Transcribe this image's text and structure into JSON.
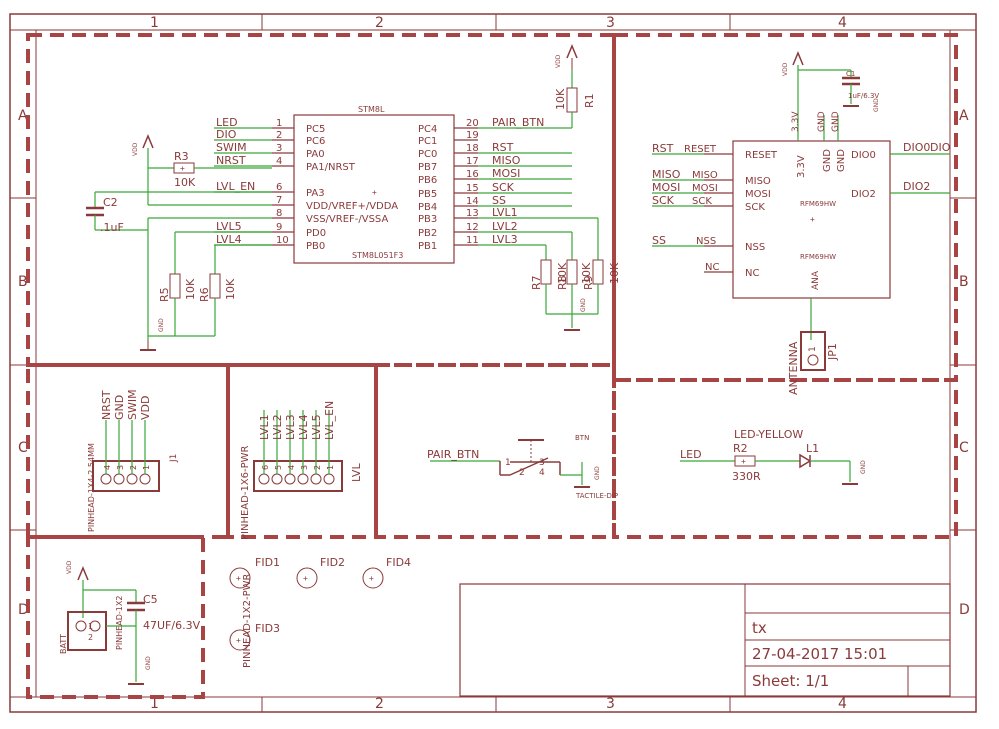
{
  "frame": {
    "columns": [
      "1",
      "2",
      "3",
      "4"
    ],
    "rows": [
      "A",
      "B",
      "C",
      "D"
    ]
  },
  "mcu": {
    "title": "STM8L",
    "part": "STM8L051F3",
    "left_pins": [
      {
        "num": "1",
        "name": "PC5",
        "net": "LED"
      },
      {
        "num": "2",
        "name": "PC6",
        "net": "DIO"
      },
      {
        "num": "3",
        "name": "PA0",
        "net": "SWIM"
      },
      {
        "num": "4",
        "name": "PA1/NRST",
        "net": "NRST"
      },
      {
        "num": "6",
        "name": "PA3",
        "net": "LVL_EN"
      },
      {
        "num": "7",
        "name": "VDD/VREF+/VDDA",
        "net": ""
      },
      {
        "num": "8",
        "name": "VSS/VREF-/VSSA",
        "net": ""
      },
      {
        "num": "9",
        "name": "PD0",
        "net": "LVL5"
      },
      {
        "num": "10",
        "name": "PB0",
        "net": "LVL4"
      }
    ],
    "right_pins": [
      {
        "num": "20",
        "name": "PC4",
        "net": "PAIR_BTN"
      },
      {
        "num": "19",
        "name": "PC1",
        "net": ""
      },
      {
        "num": "18",
        "name": "PC0",
        "net": "RST"
      },
      {
        "num": "17",
        "name": "PB7",
        "net": "MISO"
      },
      {
        "num": "16",
        "name": "PB6",
        "net": "MOSI"
      },
      {
        "num": "15",
        "name": "PB5",
        "net": "SCK"
      },
      {
        "num": "14",
        "name": "PB4",
        "net": "SS"
      },
      {
        "num": "13",
        "name": "PB3",
        "net": "LVL1"
      },
      {
        "num": "12",
        "name": "PB2",
        "net": "LVL2"
      },
      {
        "num": "11",
        "name": "PB1",
        "net": "LVL3"
      }
    ]
  },
  "parts": {
    "r1_name": "R1",
    "r1_val": "10K",
    "r3_name": "R3",
    "r3_val": "10K",
    "r5_name": "R5",
    "r5_val": "10K",
    "r6_name": "R6",
    "r6_val": "10K",
    "r7_name": "R7",
    "r7_val": "10K",
    "r8_name": "R8",
    "r8_val": "10K",
    "r9_name": "R9",
    "r9_val": "10K",
    "c2_name": "C2",
    "c2_val": ".1uF",
    "c1_name": "C1",
    "c1_val": "1uF/6.3V",
    "c5_name": "C5",
    "c5_val": "47UF/6.3V",
    "r2_name": "R2",
    "r2_val": "330R",
    "l1_name": "L1",
    "l1_val": "LED-YELLOW",
    "vdd": "VDD",
    "gnd": "GND"
  },
  "rfm": {
    "value": "RFM69HW",
    "pins_left": [
      {
        "name": "RESET",
        "net": "RST"
      },
      {
        "name": "MISO",
        "net": "MISO"
      },
      {
        "name": "MOSI",
        "net": "MOSI"
      },
      {
        "name": "SCK",
        "net": "SCK"
      },
      {
        "name": "NSS",
        "net": "SS"
      },
      {
        "name": "NC",
        "net": ""
      }
    ],
    "pins_right": [
      {
        "name": "DIO0",
        "net": "DIO0"
      },
      {
        "name": "DIO2",
        "net": "DIO2"
      }
    ],
    "pin_33": "3.3V",
    "pin_gnd": "GND",
    "pin_ana": "ANA",
    "top_33": "3.3V",
    "top_gnd1": "GND",
    "top_gnd2": "GND",
    "net_dio": "DIO"
  },
  "antenna": {
    "name": "JP1",
    "value": "ANTENNA",
    "pin": "1"
  },
  "j1": {
    "name": "J1",
    "value": "PINHEAD-1X4-2.54MM",
    "nets": [
      "NRST",
      "GND",
      "SWIM",
      "VDD"
    ],
    "pins": [
      "4",
      "3",
      "2",
      "1"
    ]
  },
  "lvl": {
    "name": "LVL",
    "value": "PINHEAD-1X6-PWR",
    "nets": [
      "LVL1",
      "LVL2",
      "LVL3",
      "LVL4",
      "LVL5",
      "LVL_EN"
    ],
    "pins": [
      "6",
      "5",
      "4",
      "3",
      "2",
      "1"
    ]
  },
  "btn": {
    "name": "BTN",
    "value": "TACTILE-DIP",
    "net": "PAIR_BTN",
    "pins": [
      "1",
      "2",
      "3",
      "4"
    ]
  },
  "batt": {
    "name": "BATT",
    "value": "PINHEAD-1X2",
    "pins": [
      "1",
      "2"
    ]
  },
  "fid": {
    "f1": "FID1",
    "f2": "FID2",
    "f3": "FID3",
    "f4": "FID4",
    "pwr": "PINHEAD-1X2-PWR"
  },
  "led_net": "LED",
  "title_block": {
    "name": "tx",
    "date": "27-04-2017 15:01",
    "sheet": "Sheet: 1/1"
  }
}
